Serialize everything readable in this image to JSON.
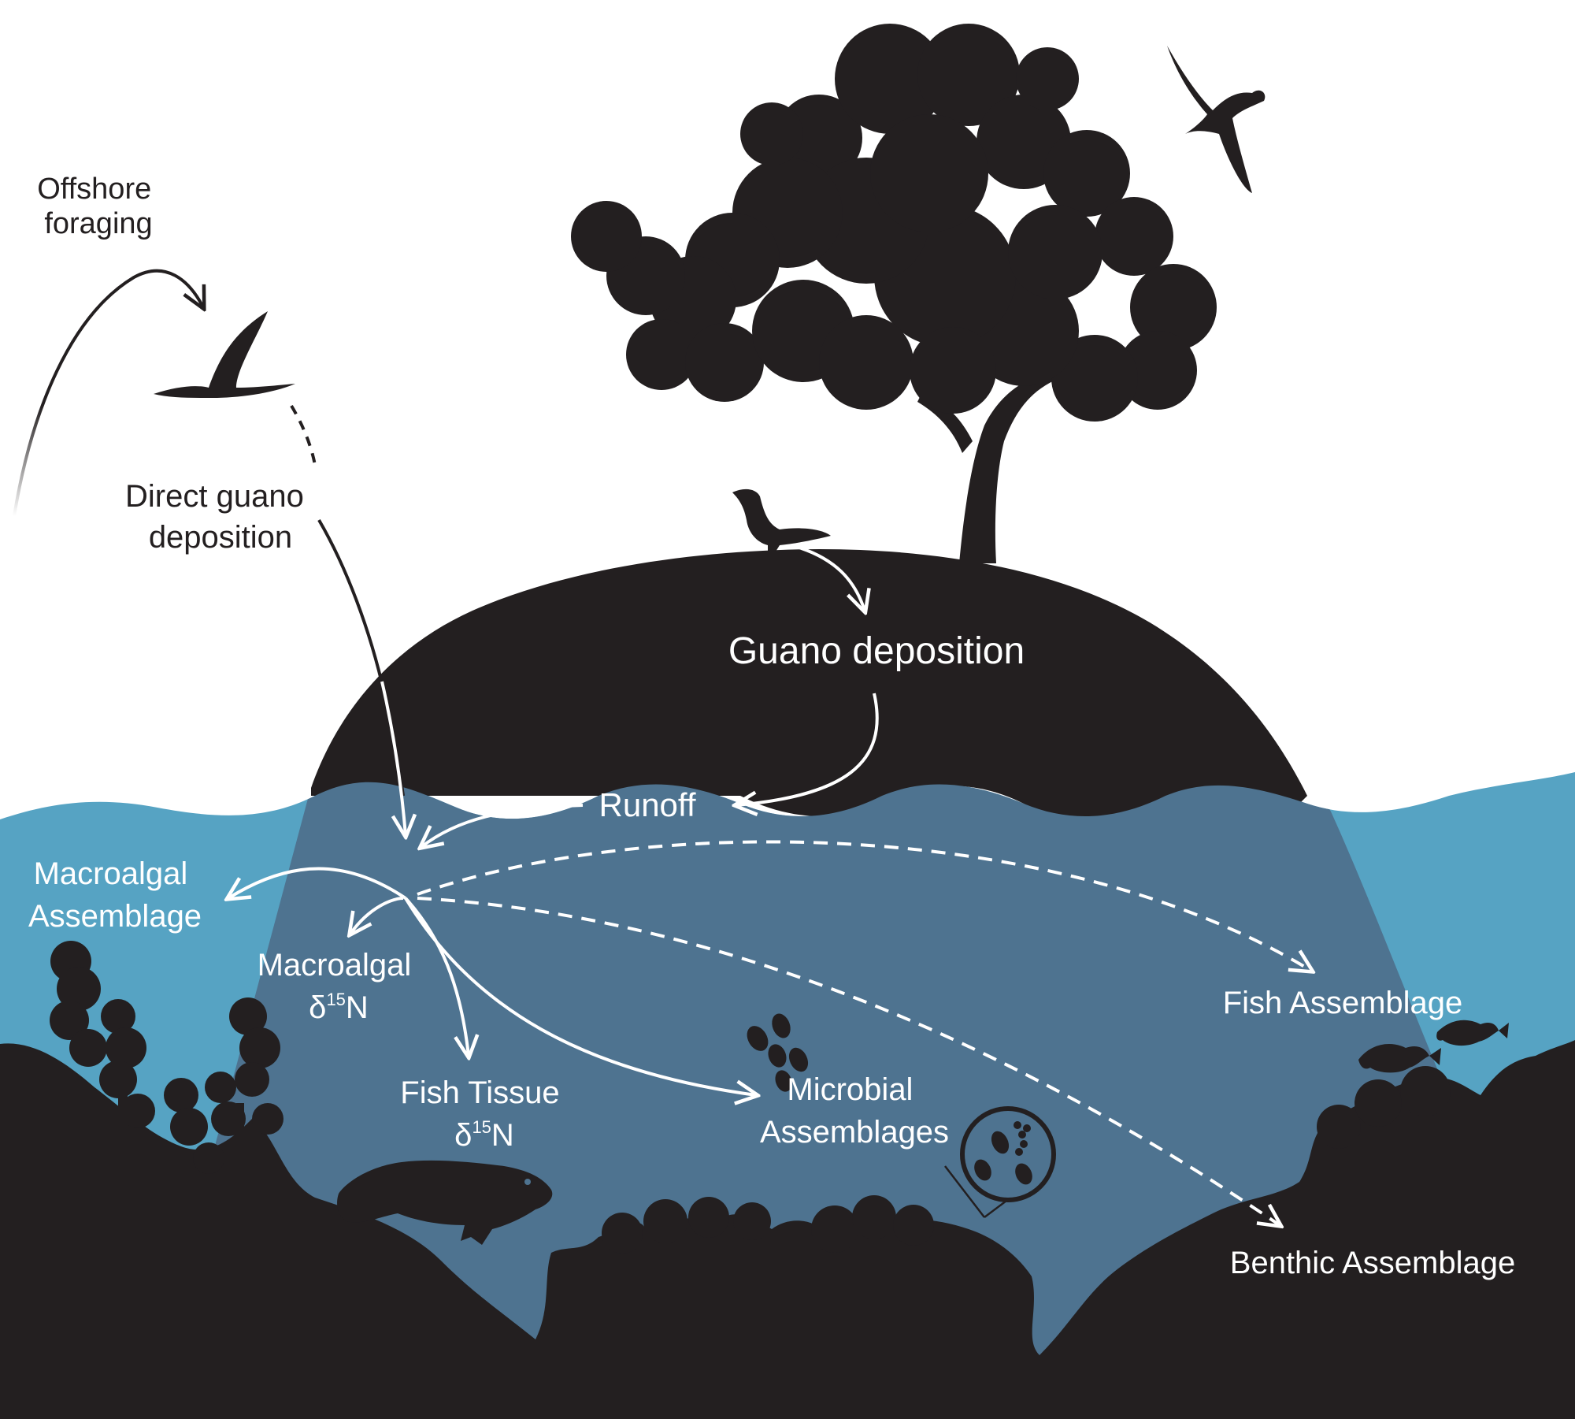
{
  "colors": {
    "silhouette": "#231f20",
    "ocean_surface": "#56a3c3",
    "ocean_under_island": "#4e7390",
    "arrow_on_water": "#ffffff",
    "arrow_on_sky": "#231f20",
    "sky": "#ffffff"
  },
  "labels": {
    "offshore_foraging": [
      "Offshore",
      "foraging"
    ],
    "direct_guano": [
      "Direct guano",
      "deposition"
    ],
    "guano_deposition": "Guano deposition",
    "runoff": "Runoff",
    "macroalgal_assemblage": [
      "Macroalgal",
      "Assemblage"
    ],
    "macroalgal_d15n": {
      "line1": "Macroalgal",
      "delta": "δ",
      "sup": "15",
      "elem": "N"
    },
    "fish_tissue_d15n": {
      "line1": "Fish Tissue",
      "delta": "δ",
      "sup": "15",
      "elem": "N"
    },
    "microbial": [
      "Microbial",
      "Assemblages"
    ],
    "fish_assemblage": "Fish Assemblage",
    "benthic_assemblage": "Benthic Assemblage"
  },
  "icons": [
    "tree-icon",
    "flying-booby-icon",
    "tern-icon",
    "perched-booby-icon",
    "grouper-icon",
    "reef-fish-icon",
    "macroalgae-icon",
    "microbe-icon",
    "magnifier-icon",
    "coral-icon"
  ]
}
